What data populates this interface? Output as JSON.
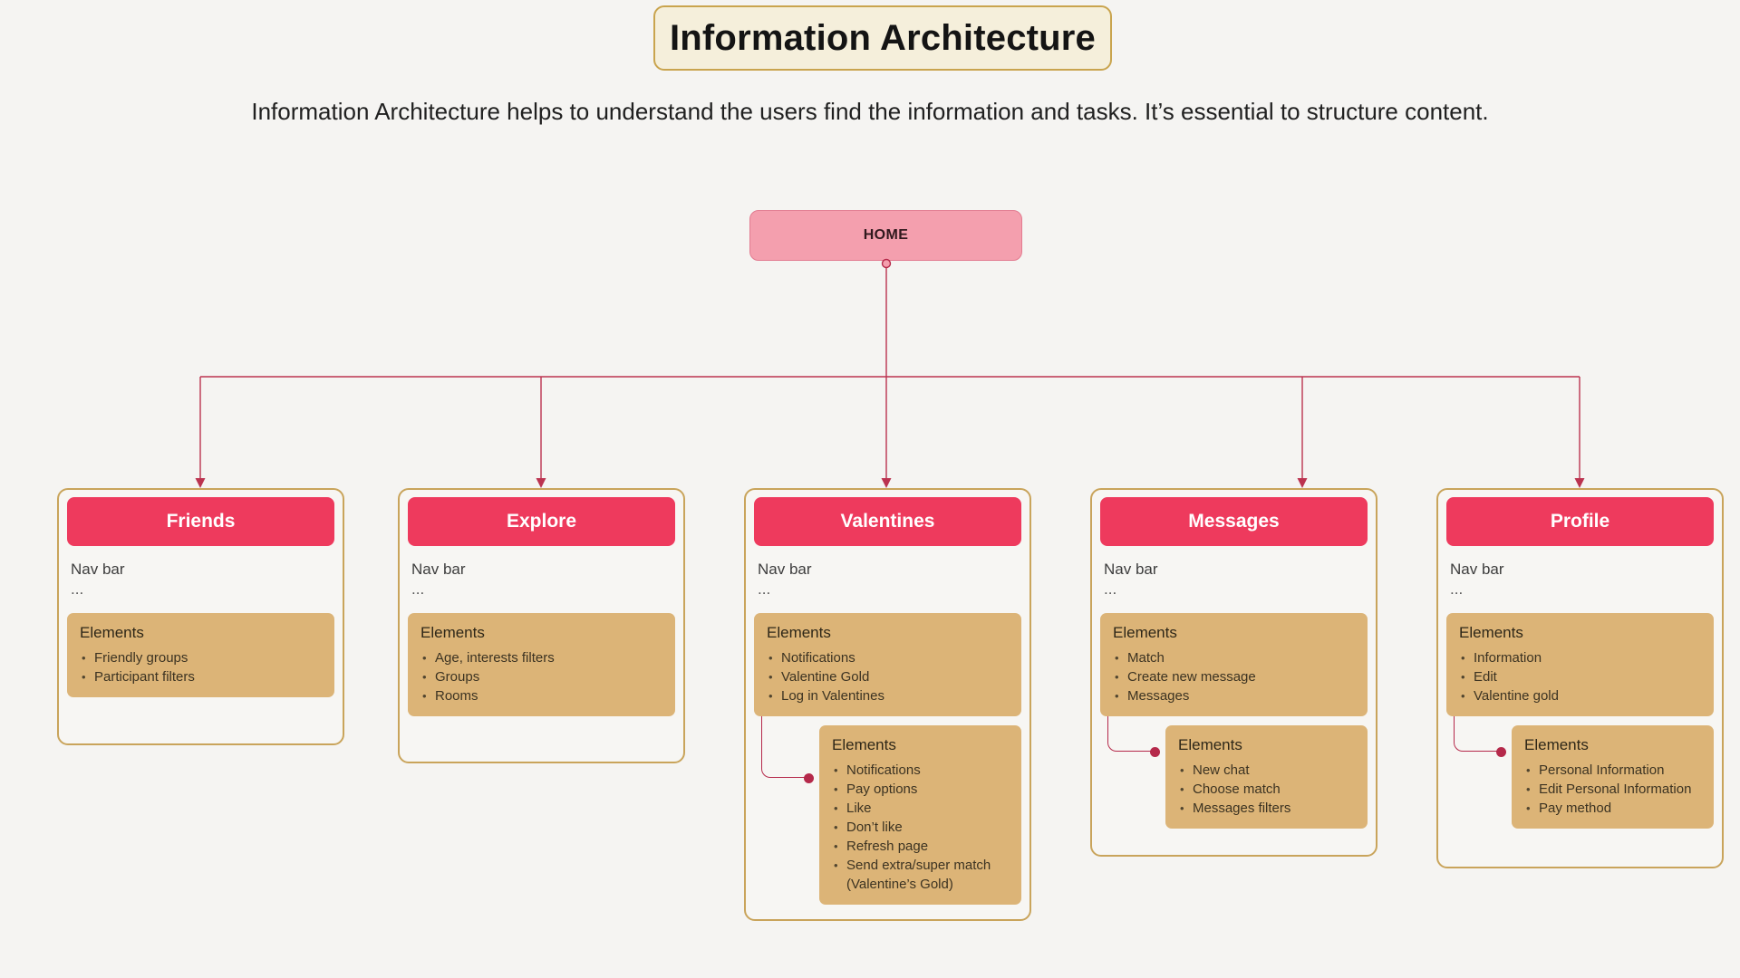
{
  "page": {
    "title": "Information Architecture",
    "subtitle": "Information Architecture helps to understand the users find the information and tasks. It’s essential to structure content."
  },
  "root": {
    "label": "HOME"
  },
  "cards": [
    {
      "title": "Friends",
      "nav_label": "Nav bar",
      "nav_ellipsis": "...",
      "elements": {
        "label": "Elements",
        "items": [
          "Friendly groups",
          "Participant filters"
        ]
      }
    },
    {
      "title": "Explore",
      "nav_label": "Nav bar",
      "nav_ellipsis": "...",
      "elements": {
        "label": "Elements",
        "items": [
          "Age, interests filters",
          "Groups",
          "Rooms"
        ]
      }
    },
    {
      "title": "Valentines",
      "nav_label": "Nav bar",
      "nav_ellipsis": "...",
      "elements": {
        "label": "Elements",
        "items": [
          "Notifications",
          "Valentine Gold",
          "Log in Valentines"
        ]
      },
      "sub_elements": {
        "label": "Elements",
        "items": [
          "Notifications",
          "Pay options",
          "Like",
          "Don’t like",
          "Refresh page",
          "Send extra/super match (Valentine’s Gold)"
        ]
      }
    },
    {
      "title": "Messages",
      "nav_label": "Nav bar",
      "nav_ellipsis": "...",
      "elements": {
        "label": "Elements",
        "items": [
          "Match",
          "Create new message",
          "Messages"
        ]
      },
      "sub_elements": {
        "label": "Elements",
        "items": [
          "New chat",
          "Choose match",
          "Messages filters"
        ]
      }
    },
    {
      "title": "Profile",
      "nav_label": "Nav bar",
      "nav_ellipsis": "...",
      "elements": {
        "label": "Elements",
        "items": [
          "Information",
          "Edit",
          "Valentine gold"
        ]
      },
      "sub_elements": {
        "label": "Elements",
        "items": [
          "Personal Information",
          "Edit Personal Information",
          "Pay method"
        ]
      }
    }
  ],
  "colors": {
    "background": "#f5f4f2",
    "title_box_fill": "#f5efdb",
    "gold_border": "#c9a45b",
    "home_pink": "#f49fae",
    "card_header_red": "#ee3a5d",
    "tan_box": "#dcb477",
    "connector_red": "#b5294a"
  }
}
